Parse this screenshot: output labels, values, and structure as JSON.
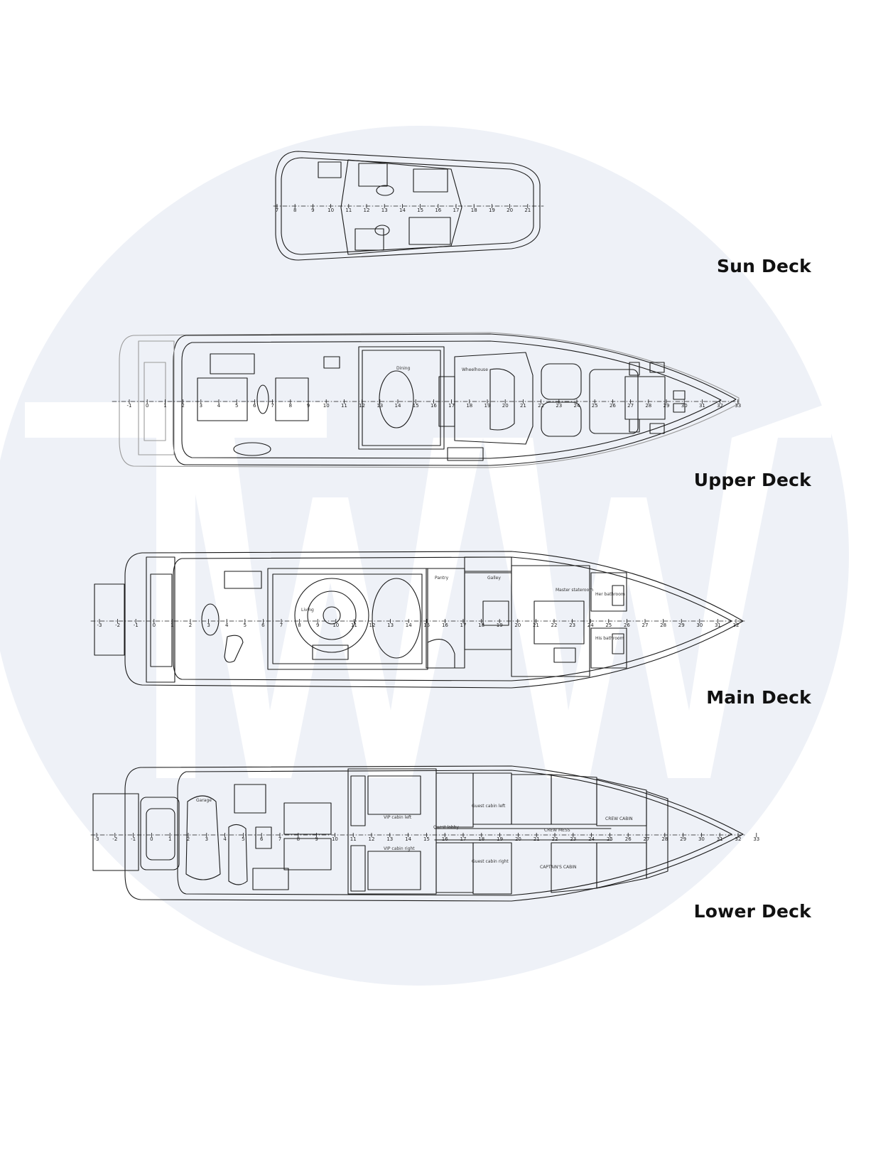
{
  "decks": {
    "sun": {
      "label": "Sun Deck",
      "frames": [
        "7",
        "8",
        "9",
        "10",
        "11",
        "12",
        "13",
        "14",
        "15",
        "16",
        "17",
        "18",
        "19",
        "20",
        "21"
      ]
    },
    "upper": {
      "label": "Upper Deck",
      "frames": [
        "-1",
        "0",
        "1",
        "2",
        "3",
        "4",
        "5",
        "6",
        "7",
        "8",
        "9",
        "10",
        "11",
        "12",
        "13",
        "14",
        "15",
        "16",
        "17",
        "18",
        "19",
        "20",
        "21",
        "22",
        "23",
        "24",
        "25",
        "26",
        "27",
        "28",
        "29",
        "30",
        "31",
        "32",
        "33"
      ],
      "rooms": {
        "dining": "Dining",
        "wheelhouse": "Wheelhouse"
      }
    },
    "main": {
      "label": "Main Deck",
      "frames": [
        "-3",
        "-2",
        "-1",
        "0",
        "1",
        "2",
        "3",
        "4",
        "5",
        "6",
        "7",
        "8",
        "9",
        "10",
        "11",
        "12",
        "13",
        "14",
        "15",
        "16",
        "17",
        "18",
        "19",
        "20",
        "21",
        "22",
        "23",
        "24",
        "25",
        "26",
        "27",
        "28",
        "29",
        "30",
        "31",
        "32"
      ],
      "rooms": {
        "living": "Living",
        "pantry": "Pantry",
        "galley": "Galley",
        "master_stateroom": "Master stateroom",
        "her_bathroom": "Her bathroom",
        "his_bathroom": "His bathroom"
      }
    },
    "lower": {
      "label": "Lower Deck",
      "frames": [
        "-3",
        "-2",
        "-1",
        "0",
        "1",
        "2",
        "3",
        "4",
        "5",
        "6",
        "7",
        "8",
        "9",
        "10",
        "11",
        "12",
        "13",
        "14",
        "15",
        "16",
        "17",
        "18",
        "19",
        "20",
        "21",
        "22",
        "23",
        "24",
        "25",
        "26",
        "27",
        "28",
        "29",
        "30",
        "31",
        "32",
        "33"
      ],
      "rooms": {
        "garage": "Garage",
        "vip_cabin_left": "VIP cabin left",
        "vip_cabin_right": "VIP cabin right",
        "guest_cabin_left": "Guest cabin left",
        "guest_cabin_right": "Guest cabin right",
        "guest_lobby": "Guest lobby",
        "crew_mess": "CREW MESS",
        "crew_cabin": "CREW CABIN",
        "captains_cabin": "CAPTAIN'S CABIN"
      }
    }
  },
  "watermark": {
    "text": "TW",
    "circle_color": "#eef1f7",
    "letter_color": "#ffffff"
  },
  "colors": {
    "line": "#1a1a1a",
    "light_line": "#9a9a9a"
  }
}
